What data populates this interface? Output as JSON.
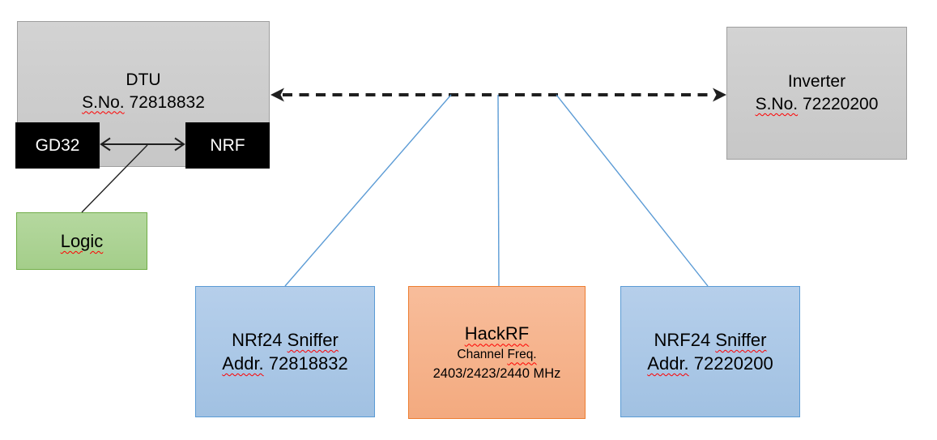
{
  "colors": {
    "gray_fill_top": "#d3d3d3",
    "gray_fill_bottom": "#c7c7c7",
    "gray_border": "#9e9e9e",
    "chip_fill": "#000000",
    "chip_text": "#ffffff",
    "green_fill_top": "#b5d89f",
    "green_fill_bottom": "#a4ce8a",
    "green_border": "#70ad47",
    "blue_fill_top": "#b6cfeb",
    "blue_fill_bottom": "#a1c1e2",
    "blue_border": "#5b9bd5",
    "orange_fill_top": "#f8bd9b",
    "orange_fill_bottom": "#f3aa7f",
    "orange_border": "#ed7d31",
    "connector_blue": "#5b9bd5",
    "line_black": "#1f1f1f",
    "squiggle_red": "#ff0000"
  },
  "dtu": {
    "title": "DTU",
    "serial_label": "S.No.",
    "serial_number": "72818832",
    "chip_left": "GD32",
    "chip_right": "NRF"
  },
  "logic": {
    "label": "Logic"
  },
  "inverter": {
    "title": "Inverter",
    "serial_label": "S.No.",
    "serial_number": "72220200"
  },
  "sniffer_left": {
    "title_prefix": "NRf24",
    "title_word": "Sniffer",
    "addr_label": "Addr.",
    "addr_number": "72818832"
  },
  "hackrf": {
    "title": "HackRF",
    "channel_word": "Channel",
    "freq_word": "Freq.",
    "freq_values": "2403/2423/2440 MHz"
  },
  "sniffer_right": {
    "title_prefix": "NRF24",
    "title_word": "Sniffer",
    "addr_label": "Addr.",
    "addr_number": "72220200"
  }
}
